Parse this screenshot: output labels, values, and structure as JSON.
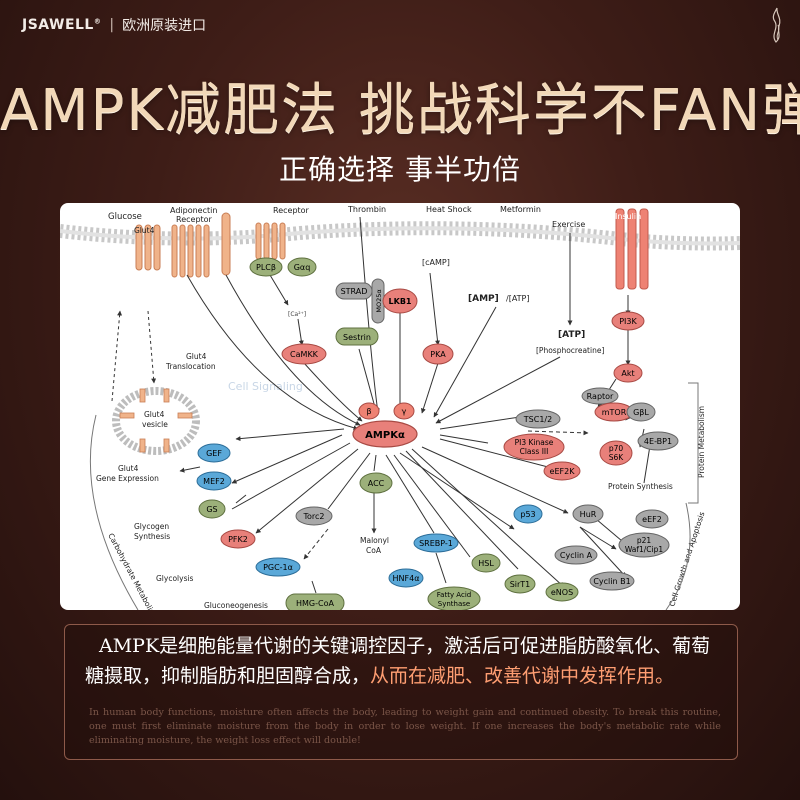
{
  "brand": {
    "name": "JSAWELL",
    "mark": "®",
    "separator": "|",
    "tagline": "欧洲原装进口"
  },
  "headline": "AMPK减肥法 挑战科学不FAN弹",
  "subheadline": "正确选择 事半功倍",
  "diagram": {
    "watermark": "Cell Signaling",
    "nodes": {
      "ampk": "AMPKα",
      "beta": "β",
      "gamma": "γ",
      "plcb": "PLCβ",
      "gaq": "Gαq",
      "strad": "STRAD",
      "mo25": "MO25α",
      "lkb1": "LKB1",
      "sestrin": "Sestrin",
      "camkk": "CaMKK",
      "pka": "PKA",
      "pi3k": "PI3K",
      "akt": "Akt",
      "raptor": "Raptor",
      "mtor": "mTOR",
      "gbl": "GβL",
      "tsc12": "TSC1/2",
      "pi3kc3_1": "PI3 Kinase",
      "pi3kc3_2": "Class III",
      "p70s6k_1": "p70",
      "p70s6k_2": "S6K",
      "ebp1": "4E-BP1",
      "eef2k": "eEF2K",
      "eef2": "eEF2",
      "gef": "GEF",
      "mef2": "MEF2",
      "gs": "GS",
      "pfk2": "PFK2",
      "torc2": "Torc2",
      "pgc1a": "PGC-1α",
      "hmgcoa": "HMG-CoA",
      "acc": "ACC",
      "srebp1": "SREBP-1",
      "hnf4a": "HNF4α",
      "hsl": "HSL",
      "fas_1": "Fatty Acid",
      "fas_2": "Synthase",
      "p53": "p53",
      "sirt1": "SirT1",
      "enos": "eNOS",
      "hur": "HuR",
      "cyclina": "Cyclin A",
      "cyclinb1": "Cyclin B1",
      "p21_1": "p21",
      "p21_2": "Waf1/Cip1"
    },
    "labels": {
      "glucose": "Glucose",
      "glut4": "Glut4",
      "adiponectin_1": "Adiponectin",
      "adiponectin_2": "Receptor",
      "receptor": "Receptor",
      "thrombin": "Thrombin",
      "heatshock": "Heat Shock",
      "metformin": "Metformin",
      "exercise": "Exercise",
      "insulin": "Insulin",
      "camp": "[cAMP]",
      "amp": "[AMP]",
      "atp_ratio": "/[ATP]",
      "atp": "[ATP]",
      "phosphocreatine": "[Phosphocreatine]",
      "ca": "[Ca²⁺]",
      "translocation_1": "Glut4",
      "translocation_2": "Translocation",
      "vesicle_1": "Glut4",
      "vesicle_2": "vesicle",
      "gene_expr_1": "Glut4",
      "gene_expr_2": "Gene Expression",
      "glycogen_1": "Glycogen",
      "glycogen_2": "Synthesis",
      "glycolysis": "Glycolysis",
      "gluconeogenesis": "Gluconeogenesis",
      "malonyl_1": "Malonyl",
      "malonyl_2": "CoA",
      "protein_synthesis": "Protein Synthesis",
      "protein_metabolism": "Protein Metabolism",
      "cell_growth": "Cell Growth and Apoptosis",
      "carb_metabolism": "Carbohydrate Metabolism"
    }
  },
  "description": {
    "text_main": "AMPK是细胞能量代谢的关键调控因子，激活后可促进脂肪酸氧化、葡萄糖摄取，抑制脂肪和胆固醇合成，",
    "text_highlight": "从而在减肥、改善代谢中发挥作用。",
    "english": "In human body functions, moisture often affects the body, leading to weight gain and continued obesity. To break this routine, one must first eliminate moisture from the body in order to lose weight. If one increases the body's metabolic rate while eliminating moisture, the weight loss effect will double!"
  },
  "colors": {
    "headline": "#f2d8b8",
    "highlight": "#ff9e72",
    "node_red": "#e8807a",
    "node_green": "#9cb07a",
    "node_blue": "#5aa8d8",
    "node_gray": "#a8a8a8"
  }
}
